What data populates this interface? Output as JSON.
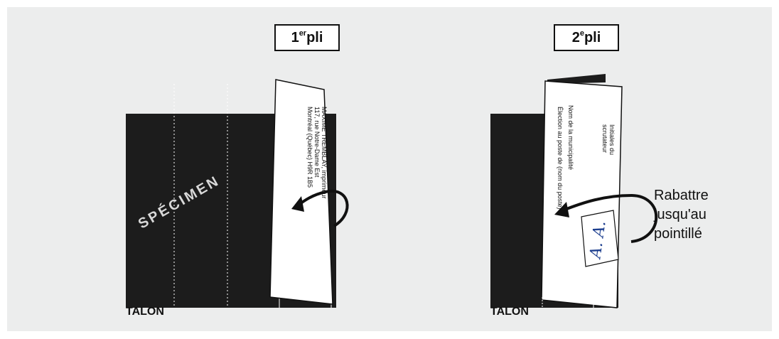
{
  "panels": [
    {
      "label_main": "1",
      "label_sup": "er",
      "label_suffix": " pli",
      "talon": "TALON",
      "watermark": "SPÉCIMEN",
      "card_lines": [
        "MAXIME TREMBLAY, imprimeur",
        "117, rue Notre-Dame Est",
        "Montréal (Québec) H9R 1B5"
      ]
    },
    {
      "label_main": "2",
      "label_sup": "e",
      "label_suffix": " pli",
      "talon": "TALON",
      "card_lines": [
        "Initiales du",
        "scrutateur",
        "Nom de la municipalité",
        "Élection au poste de (nom du poste)"
      ],
      "initials": "A. A.",
      "note": [
        "Rabattre",
        "jusqu'au",
        "pointillé"
      ]
    }
  ],
  "colors": {
    "background": "#eceded",
    "ballot_black": "#1c1c1c",
    "initials_blue": "#1d3f8f"
  }
}
